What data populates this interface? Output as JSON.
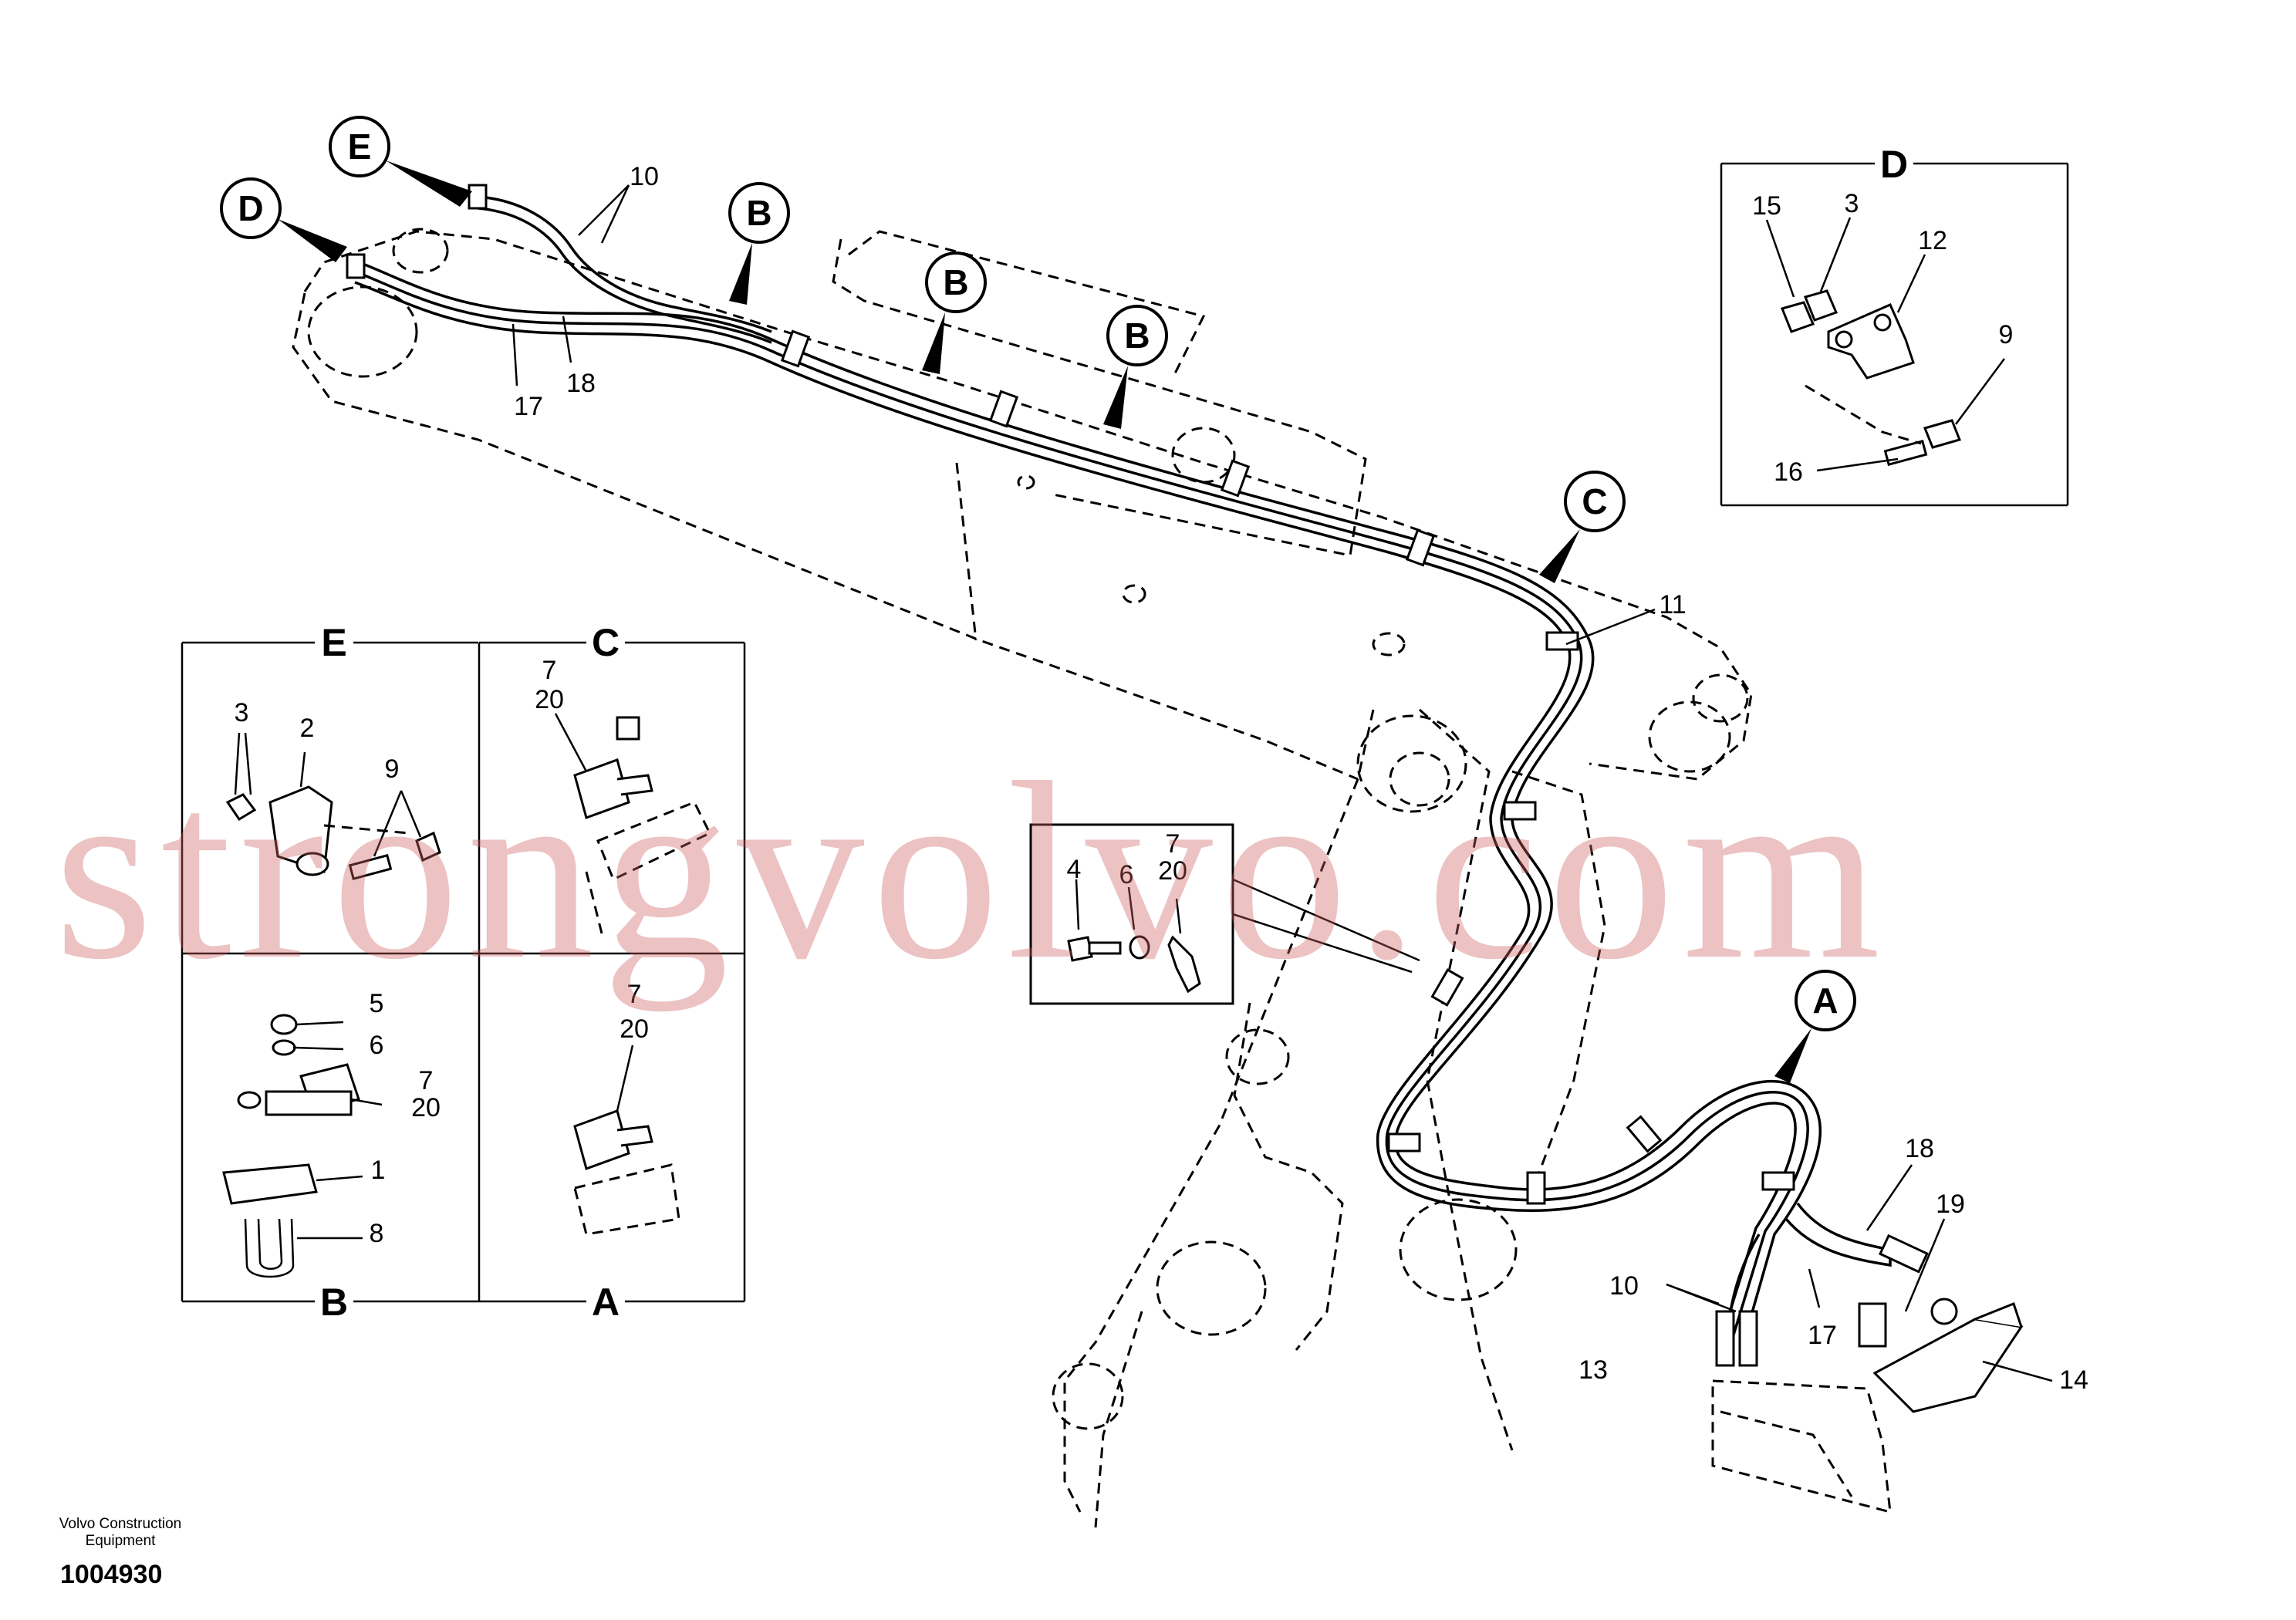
{
  "watermark": "strongvolvo.com",
  "footer": {
    "maker": "Volvo Construction Equipment",
    "drawing_number": "1004930"
  },
  "views": {
    "E": {
      "title": "E",
      "callouts": [
        "3",
        "2",
        "9"
      ]
    },
    "C": {
      "title": "C",
      "callouts": [
        "7",
        "20"
      ]
    },
    "B": {
      "title": "B",
      "callouts": [
        "5",
        "6",
        "7",
        "20",
        "1",
        "8"
      ]
    },
    "A": {
      "title": "A",
      "callouts": [
        "7",
        "20"
      ]
    },
    "D": {
      "title": "D",
      "callouts": [
        "15",
        "3",
        "12",
        "9",
        "16"
      ]
    },
    "detail": {
      "callouts": [
        "4",
        "6",
        "7",
        "20"
      ]
    }
  },
  "location_markers": [
    "E",
    "D",
    "B",
    "B",
    "B",
    "C",
    "A"
  ],
  "main_callouts": [
    "10",
    "17",
    "18",
    "11",
    "18",
    "19",
    "10",
    "17",
    "13",
    "14"
  ]
}
